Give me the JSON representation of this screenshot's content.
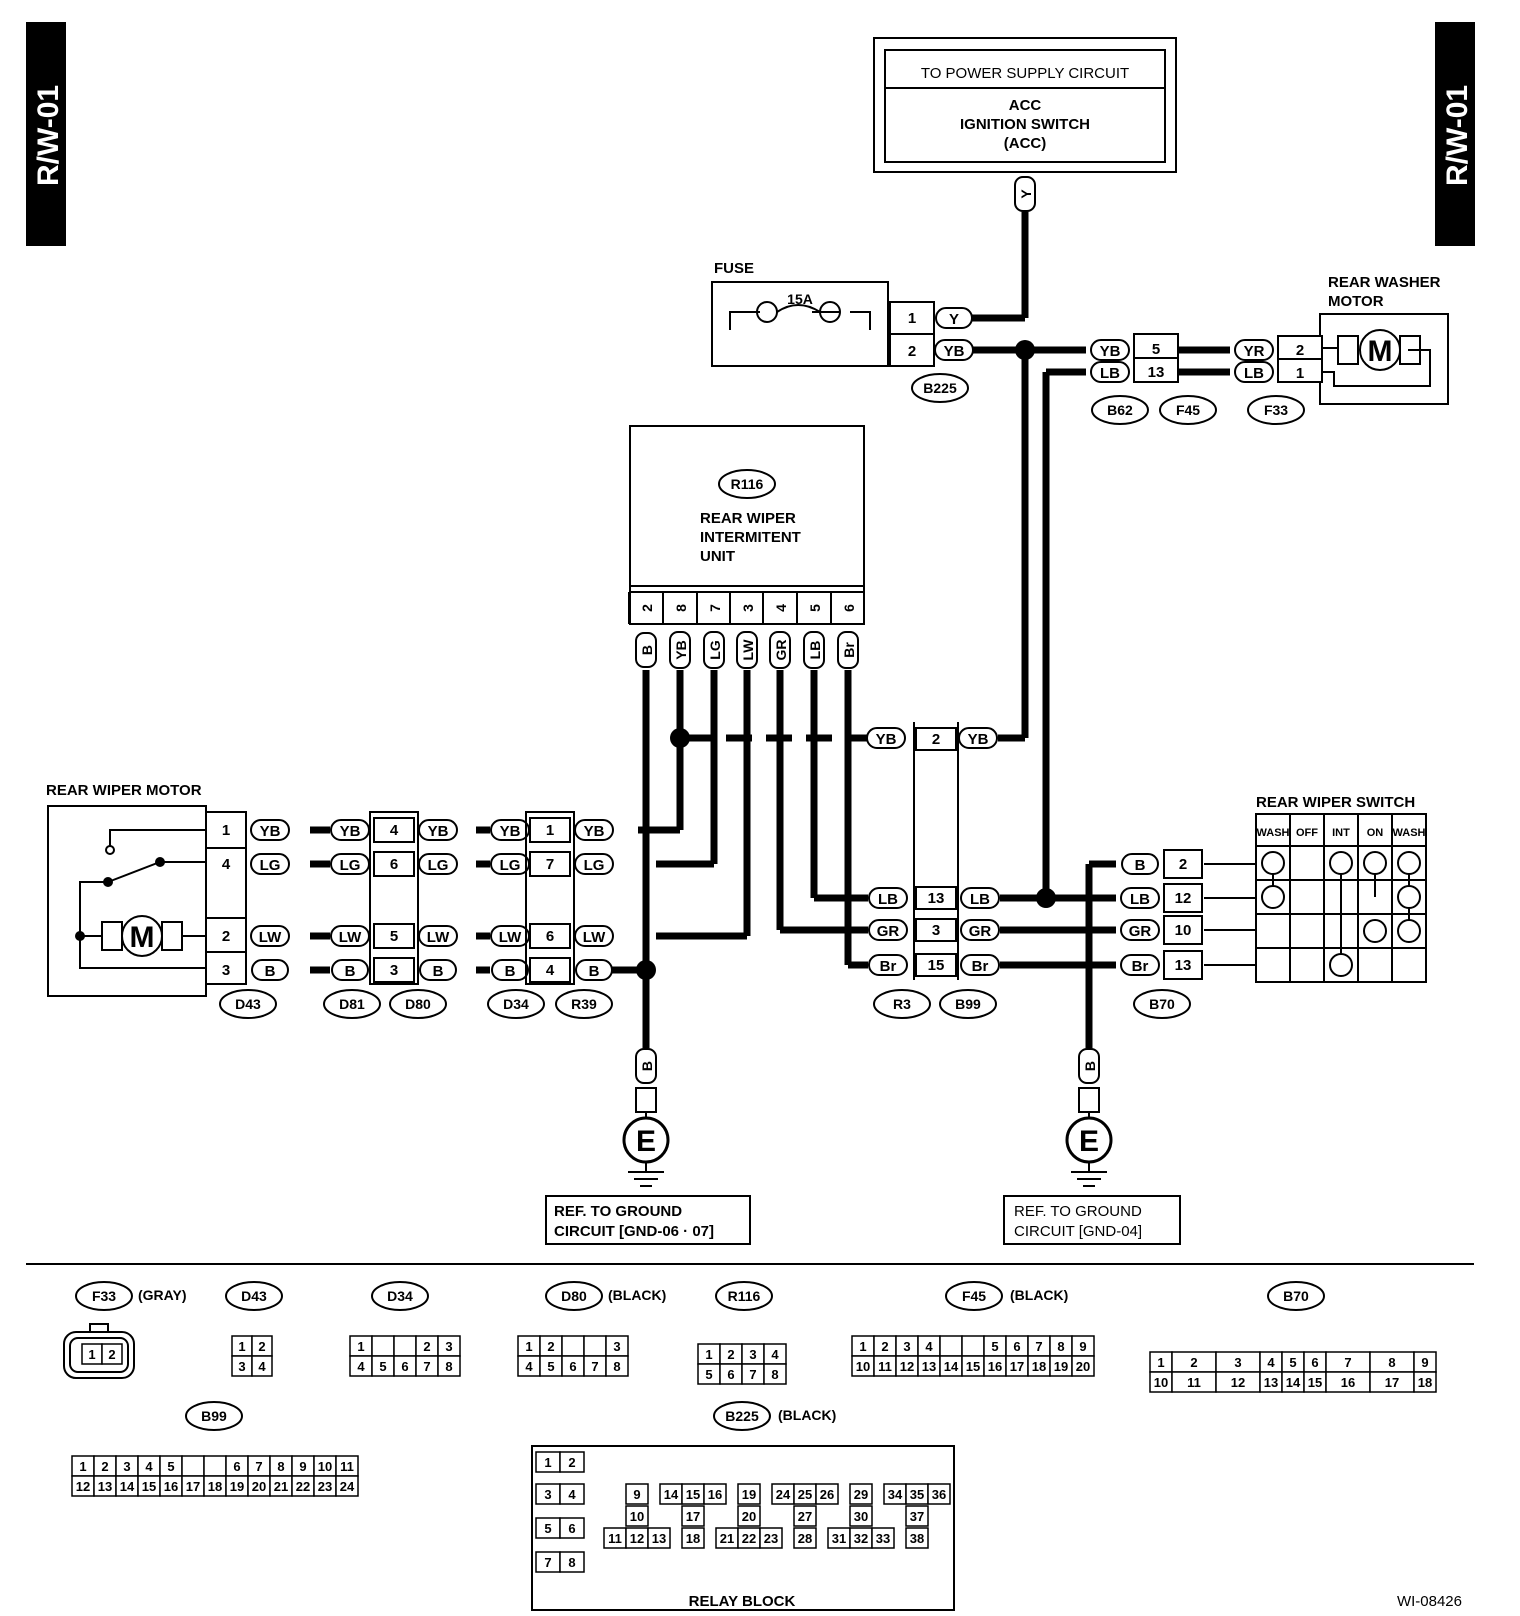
{
  "side_tabs": {
    "left": "R/W-01",
    "right": "R/W-01"
  },
  "power": {
    "line1": "TO POWER SUPPLY CIRCUIT",
    "line2": "ACC",
    "line3": "IGNITION SWITCH",
    "line4": "(ACC)",
    "wire": "Y"
  },
  "fuse": {
    "title": "FUSE",
    "rating": "15A",
    "pin1": "1",
    "pin2": "2",
    "w1": "Y",
    "w2": "YB",
    "connector": "B225"
  },
  "washer": {
    "title1": "REAR WASHER",
    "title2": "MOTOR",
    "motor": "M",
    "w_left_top": "YB",
    "w_left_bot": "LB",
    "p_top": "5",
    "p_bot": "13",
    "w_right_top": "YR",
    "w_right_bot": "LB",
    "m_top": "2",
    "m_bot": "1",
    "connectors": [
      "B62",
      "F45",
      "F33"
    ]
  },
  "unit": {
    "connector": "R116",
    "line1": "REAR WIPER",
    "line2": "INTERMITENT",
    "line3": "UNIT",
    "pins": [
      "2",
      "8",
      "7",
      "3",
      "4",
      "5",
      "6"
    ],
    "wires": [
      "B",
      "YB",
      "LG",
      "LW",
      "GR",
      "LB",
      "Br"
    ]
  },
  "motor": {
    "title": "REAR WIPER MOTOR",
    "symbol": "M",
    "pins": [
      "1",
      "4",
      "2",
      "3"
    ],
    "wires": [
      "YB",
      "LG",
      "LW",
      "B"
    ],
    "d81_wires": [
      "YB",
      "LG",
      "LW",
      "B"
    ],
    "d80_pins": [
      "4",
      "6",
      "5",
      "3"
    ],
    "d80_wires": [
      "YB",
      "LG",
      "LW",
      "B"
    ],
    "d34_wires": [
      "YB",
      "LG",
      "LW",
      "B"
    ],
    "r39_pins": [
      "1",
      "7",
      "6",
      "4"
    ],
    "r39_wires": [
      "YB",
      "LG",
      "LW",
      "B"
    ],
    "connectors": [
      "D43",
      "D81",
      "D80",
      "D34",
      "R39"
    ]
  },
  "mid": {
    "yb_left": "YB",
    "yb_pin": "2",
    "yb_right": "YB",
    "left_wires": [
      "LB",
      "GR",
      "Br"
    ],
    "pins": [
      "13",
      "3",
      "15"
    ],
    "right_wires": [
      "LB",
      "GR",
      "Br"
    ],
    "connectors": [
      "R3",
      "B99"
    ]
  },
  "switch": {
    "title": "REAR WIPER SWITCH",
    "cols": [
      "WASH",
      "OFF",
      "INT",
      "ON",
      "WASH"
    ],
    "wires": [
      "B",
      "LB",
      "GR",
      "Br"
    ],
    "pins": [
      "2",
      "12",
      "10",
      "13"
    ],
    "connector": "B70"
  },
  "ground": {
    "wire": "B",
    "symbol": "E",
    "ref1_line1": "REF. TO GROUND",
    "ref1_line2": "CIRCUIT [GND-06 · 07]",
    "ref2_line1": "REF. TO GROUND",
    "ref2_line2": "CIRCUIT [GND-04]"
  },
  "legend": {
    "f33": {
      "name": "F33",
      "color": "(GRAY)",
      "pins": [
        "1",
        "2"
      ]
    },
    "d43": {
      "name": "D43",
      "pins": [
        "1",
        "2",
        "3",
        "4"
      ]
    },
    "d34": {
      "name": "D34",
      "pins": [
        "1",
        "2",
        "3",
        "4",
        "5",
        "6",
        "7",
        "8"
      ]
    },
    "d80": {
      "name": "D80",
      "color": "(BLACK)",
      "pins": [
        "1",
        "2",
        "3",
        "4",
        "5",
        "6",
        "7",
        "8"
      ]
    },
    "r116": {
      "name": "R116",
      "pins": [
        "1",
        "2",
        "3",
        "4",
        "5",
        "6",
        "7",
        "8"
      ]
    },
    "f45": {
      "name": "F45",
      "color": "(BLACK)",
      "pins": [
        "1",
        "2",
        "3",
        "4",
        "5",
        "6",
        "7",
        "8",
        "9",
        "10",
        "11",
        "12",
        "13",
        "14",
        "15",
        "16",
        "17",
        "18",
        "19",
        "20"
      ]
    },
    "b70": {
      "name": "B70",
      "pins": [
        "1",
        "2",
        "3",
        "4",
        "5",
        "6",
        "7",
        "8",
        "9",
        "10",
        "11",
        "12",
        "13",
        "14",
        "15",
        "16",
        "17",
        "18"
      ]
    },
    "b99": {
      "name": "B99",
      "pins": [
        "1",
        "2",
        "3",
        "4",
        "5",
        "6",
        "7",
        "8",
        "9",
        "10",
        "11",
        "12",
        "13",
        "14",
        "15",
        "16",
        "17",
        "18",
        "19",
        "20",
        "21",
        "22",
        "23",
        "24"
      ]
    },
    "b225": {
      "name": "B225",
      "color": "(BLACK)",
      "caption": "RELAY BLOCK",
      "pins": [
        "1",
        "2",
        "3",
        "4",
        "5",
        "6",
        "7",
        "8",
        "9",
        "10",
        "11",
        "12",
        "13",
        "14",
        "15",
        "16",
        "17",
        "18",
        "19",
        "20",
        "21",
        "22",
        "23",
        "24",
        "25",
        "26",
        "27",
        "28",
        "29",
        "30",
        "31",
        "32",
        "33",
        "34",
        "35",
        "36",
        "37",
        "38"
      ]
    }
  },
  "figure_id": "WI-08426"
}
